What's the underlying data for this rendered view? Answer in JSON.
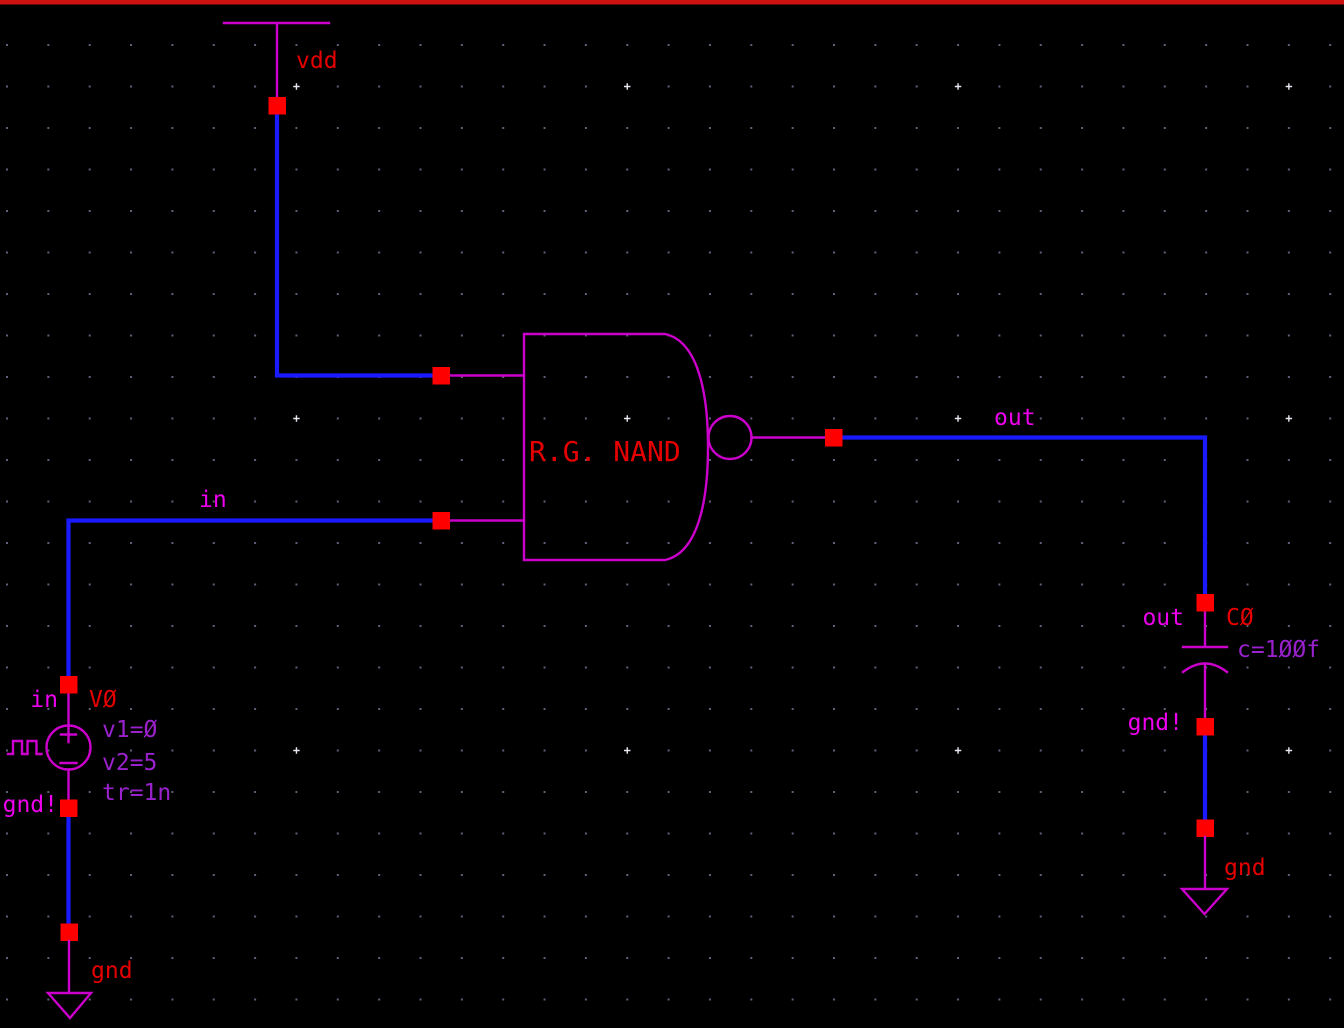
{
  "editor": {
    "type": "schematic-capture-canvas",
    "top_edge_color": "#cc1111"
  },
  "colors": {
    "background": "#000000",
    "wire": "#1a1aff",
    "pin": "#ff0000",
    "symbol_outline": "#cc00cc",
    "net_label": "#ee00ee",
    "instance_label": "#e60000",
    "param_label": "#9922cc",
    "grid_minor": "#5f5f78",
    "grid_major": "#e8e8f2",
    "top_bar": "#cc1111"
  },
  "grid": {
    "minor_color": "#5f5f78",
    "major_color": "#e8e8f2"
  },
  "labels": {
    "vdd_net": "vdd",
    "in_net": "in",
    "out_net": "out",
    "nand_gate": "R.G. NAND",
    "vsource": {
      "pin_top_net": "in",
      "instance_name": "VØ",
      "v1": "v1=Ø",
      "v2": "v2=5",
      "tr": "tr=1n",
      "pin_bottom_net": "gnd!"
    },
    "capacitor": {
      "pin_top_net": "out",
      "instance_name": "CØ",
      "value": "c=1ØØf",
      "pin_bottom_net": "gnd!"
    },
    "ground_left": "gnd",
    "ground_right": "gnd"
  }
}
